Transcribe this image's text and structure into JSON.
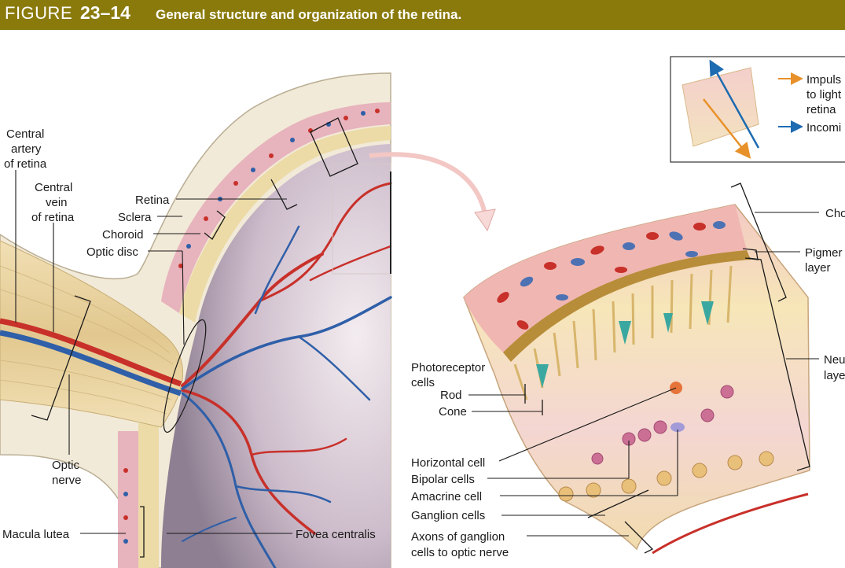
{
  "figure": {
    "label": "FIGURE",
    "number": "23–14",
    "title": "General structure and organization of the retina."
  },
  "labels": {
    "central_artery": [
      "Central",
      "artery",
      "of retina"
    ],
    "central_vein": [
      "Central",
      "vein",
      "of retina"
    ],
    "retina": "Retina",
    "sclera": "Sclera",
    "choroid": "Choroid",
    "optic_disc": "Optic disc",
    "optic_nerve": [
      "Optic",
      "nerve"
    ],
    "macula_lutea": "Macula lutea",
    "fovea_centralis": "Fovea centralis",
    "photoreceptor_cells": [
      "Photoreceptor",
      "cells"
    ],
    "rod": "Rod",
    "cone": "Cone",
    "horizontal_cell": "Horizontal cell",
    "bipolar_cells": "Bipolar cells",
    "amacrine_cell": "Amacrine cell",
    "ganglion_cells": "Ganglion cells",
    "axons": [
      "Axons of ganglion",
      "cells to optic nerve"
    ],
    "choroid_right": "Cho",
    "pigmented_layer": [
      "Pigmer",
      "layer"
    ],
    "neural_layer": [
      "Neu",
      "laye"
    ]
  },
  "inset": {
    "impulse": [
      "Impuls",
      "to light",
      "retina"
    ],
    "incoming": "Incomi"
  },
  "colors": {
    "header": "#8a7a0c",
    "artery": "#c8302a",
    "vein": "#2f5fa8",
    "nerve": "#e6cf9a",
    "impulse_arrow": "#e8912a",
    "incoming_arrow": "#1d6bb0"
  }
}
